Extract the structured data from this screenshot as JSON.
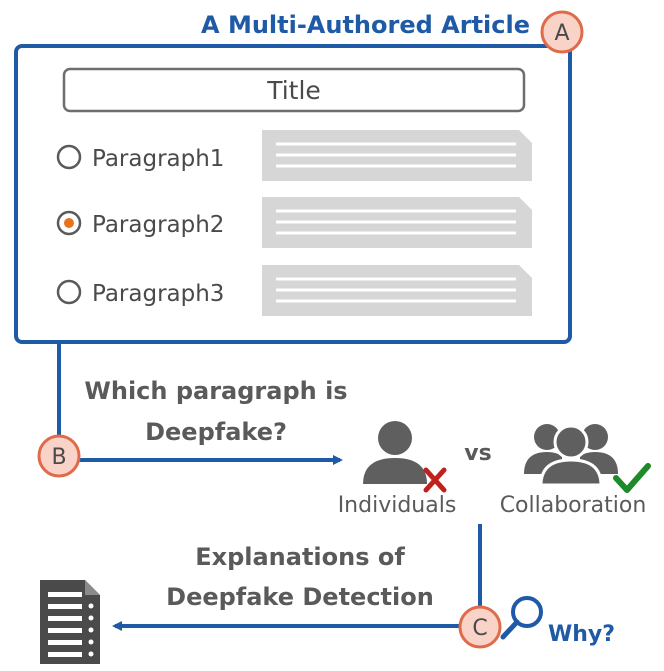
{
  "article": {
    "heading": "A Multi-Authored Article",
    "title_label": "Title",
    "paragraphs": [
      {
        "label": "Paragraph1",
        "selected": false
      },
      {
        "label": "Paragraph2",
        "selected": true
      },
      {
        "label": "Paragraph3",
        "selected": false
      }
    ]
  },
  "markers": {
    "a": "A",
    "b": "B",
    "c": "C"
  },
  "question": {
    "line1": "Which paragraph is",
    "line2": "Deepfake?"
  },
  "comparison": {
    "vs": "vs",
    "individuals": "Individuals",
    "collaboration": "Collaboration"
  },
  "explanations": {
    "line1": "Explanations of",
    "line2": "Deepfake Detection"
  },
  "why": "Why?",
  "colors": {
    "brand_blue": "#1f5aa6",
    "marker_fill": "#f9d3c8",
    "marker_stroke": "#e06b4a",
    "radio_selected": "#e8731c",
    "text_gray": "#5a5a5a",
    "person_gray": "#5f5f5f",
    "placeholder_gray": "#d6d6d6",
    "cross_red": "#c0201e",
    "check_green": "#1f8a2a"
  },
  "icons": {
    "individual": "person-icon",
    "collaboration": "group-icon",
    "cross": "cross-icon",
    "check": "check-icon",
    "magnifier": "magnifier-icon",
    "report": "document-list-icon"
  }
}
